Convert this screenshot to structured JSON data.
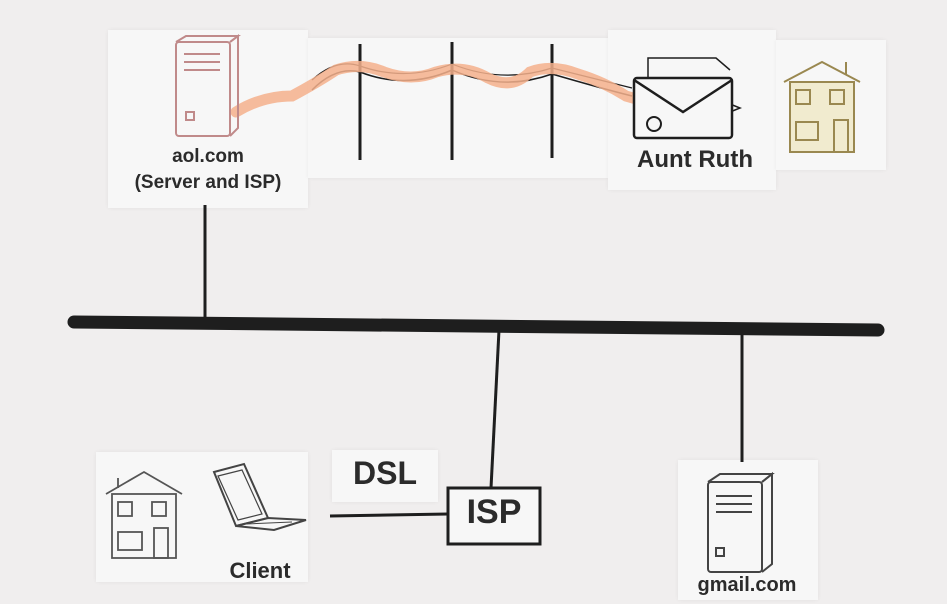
{
  "nodes": {
    "server_top": {
      "name": "aol.com",
      "sub": "(Server and ISP)"
    },
    "aunt": {
      "label": "Aunt Ruth"
    },
    "client": {
      "label": "Client"
    },
    "dsl": {
      "label": "DSL"
    },
    "isp": {
      "label": "ISP"
    },
    "gmail": {
      "label": "gmail.com"
    }
  },
  "colors": {
    "background": "#f0eeee",
    "line": "#1e1e1e",
    "orange_wire": "#f4b08c",
    "server_outline": "#c08a8a",
    "house_top": "#c8b060",
    "sketch": "#555555"
  }
}
